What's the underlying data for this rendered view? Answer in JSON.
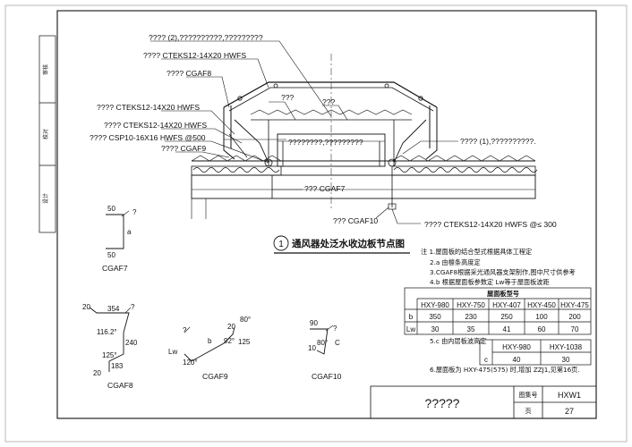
{
  "side_strip": [
    "审核",
    "校对",
    "设计"
  ],
  "callouts": {
    "l1": "???? (2),??????????,?????????",
    "l2": "???? CTEKS12-14X20 HWFS",
    "l3": "???? CGAF8",
    "l4": "???? CTEKS12-14X20 HWFS",
    "l5": "???? CTEKS12-14X20 HWFS",
    "l6": "???? CSP10-16X16 HWFS @500",
    "l7": "???? CGAF9",
    "top_a": "???",
    "top_b": "???",
    "mid_a": "????????,?????????",
    "right": "???? (1),??????????.",
    "below": "??? CGAF7",
    "cgaf10": "??? CGAF10",
    "bottom_screw": "???? CTEKS12-14X20 HWFS @≤ 300"
  },
  "detail_title": {
    "num": "1",
    "text": "通风器处泛水收边板节点图"
  },
  "profiles": {
    "cgaf7": {
      "name": "CGAF7",
      "dim_top": "50",
      "dim_side": "a",
      "dim_bottom": "50",
      "mark": "?"
    },
    "cgaf8": {
      "name": "CGAF8",
      "d20": "20",
      "d354": "354",
      "a1": "116.2°",
      "d240": "240",
      "a2": "125°",
      "d183": "183",
      "d20b": "20",
      "mark": "?"
    },
    "cgaf9": {
      "name": "CGAF9",
      "d20": "20",
      "a80": "80°",
      "a92": "92°",
      "d125": "125",
      "db": "b",
      "dlw": "Lw",
      "a120": "120°",
      "mark": "?"
    },
    "cgaf10": {
      "name": "CGAF10",
      "d90": "90",
      "dc": "C",
      "d10": "10",
      "a80": "80°",
      "mark": "?"
    }
  },
  "notes": {
    "n1": "注 1.屋面板的结合型式根据具体工程定",
    "n2": "2.a 由檩条高度定",
    "n3": "3.CGAF8根据采光通风器支架制作,图中尺寸供参考",
    "n4": "4.b 根据屋面板参数定 Lw等于屋面板波距",
    "n5": "5.c 由内层板波高定",
    "n6": "6.屋面板为 HXY-475(575) 时,增加 ZZJ1,见第16页."
  },
  "table1": {
    "title": "屋面板型号",
    "models": [
      "HXY-980",
      "HXY-750",
      "HXY-407",
      "HXY-450",
      "HXY-475"
    ],
    "b_label": "b",
    "b_values": [
      "350",
      "230",
      "250",
      "100",
      "200"
    ],
    "lw_label": "Lw",
    "lw_values": [
      "30",
      "35",
      "41",
      "60",
      "70"
    ]
  },
  "table2": {
    "c_label": "c",
    "models": [
      "HXY-980",
      "HXY-1038"
    ],
    "c_values": [
      "40",
      "30"
    ]
  },
  "title_block": {
    "title": "?????",
    "atlas_label": "图集号",
    "atlas_value": "HXW1",
    "page_label": "页",
    "page_value": "27"
  }
}
